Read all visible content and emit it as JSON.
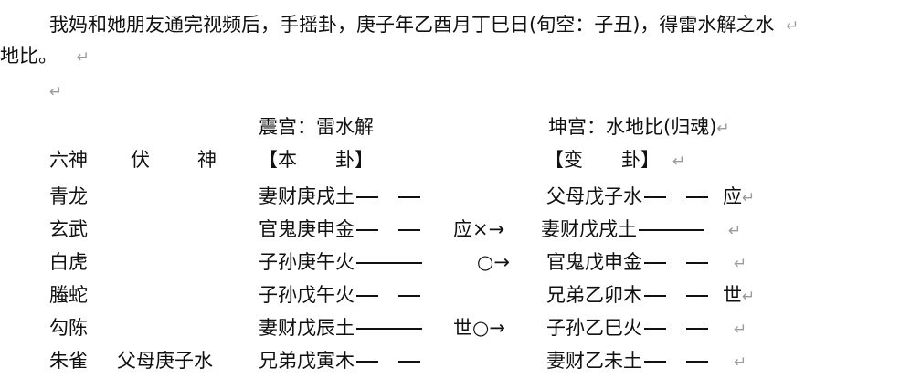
{
  "paragraph": {
    "line1": "我妈和她朋友通完视频后，手摇卦，庚子年乙酉月丁巳日(旬空：子丑)，得雷水解之水",
    "line2": "地比。"
  },
  "para_mark": "↵",
  "palace_main": "震宫：雷水解",
  "palace_change": "坤宫：水地比(归魂)",
  "header": {
    "liushen": "六神",
    "fu": "伏",
    "shen": "神",
    "main": "【本　　卦】",
    "change": "【变　　卦】"
  },
  "rows": [
    {
      "liushen": "青龙",
      "fushen": "",
      "main": "妻财庚戌土",
      "main_line": "yin",
      "shiying": "",
      "moving": "",
      "change": "父母戊子水",
      "change_line": "yin",
      "change_mark": "应"
    },
    {
      "liushen": "玄武",
      "fushen": "",
      "main": "官鬼庚申金",
      "main_line": "yin",
      "shiying": "应",
      "moving": "×→",
      "change": "妻财戊戌土",
      "change_line": "yang",
      "change_mark": ""
    },
    {
      "liushen": "白虎",
      "fushen": "",
      "main": "子孙庚午火",
      "main_line": "yang",
      "shiying": "",
      "moving": "○→",
      "change": "官鬼戊申金",
      "change_line": "yin",
      "change_mark": ""
    },
    {
      "liushen": "螣蛇",
      "fushen": "",
      "main": "子孙戊午火",
      "main_line": "yin",
      "shiying": "",
      "moving": "",
      "change": "兄弟乙卯木",
      "change_line": "yin",
      "change_mark": "世"
    },
    {
      "liushen": "勾陈",
      "fushen": "",
      "main": "妻财戊辰土",
      "main_line": "yang",
      "shiying": "世",
      "moving": "○→",
      "change": "子孙乙巳火",
      "change_line": "yin",
      "change_mark": ""
    },
    {
      "liushen": "朱雀",
      "fushen": "父母庚子水",
      "main": "兄弟戊寅木",
      "main_line": "yin",
      "shiying": "",
      "moving": "",
      "change": "妻财乙未土",
      "change_line": "yin",
      "change_mark": ""
    }
  ]
}
